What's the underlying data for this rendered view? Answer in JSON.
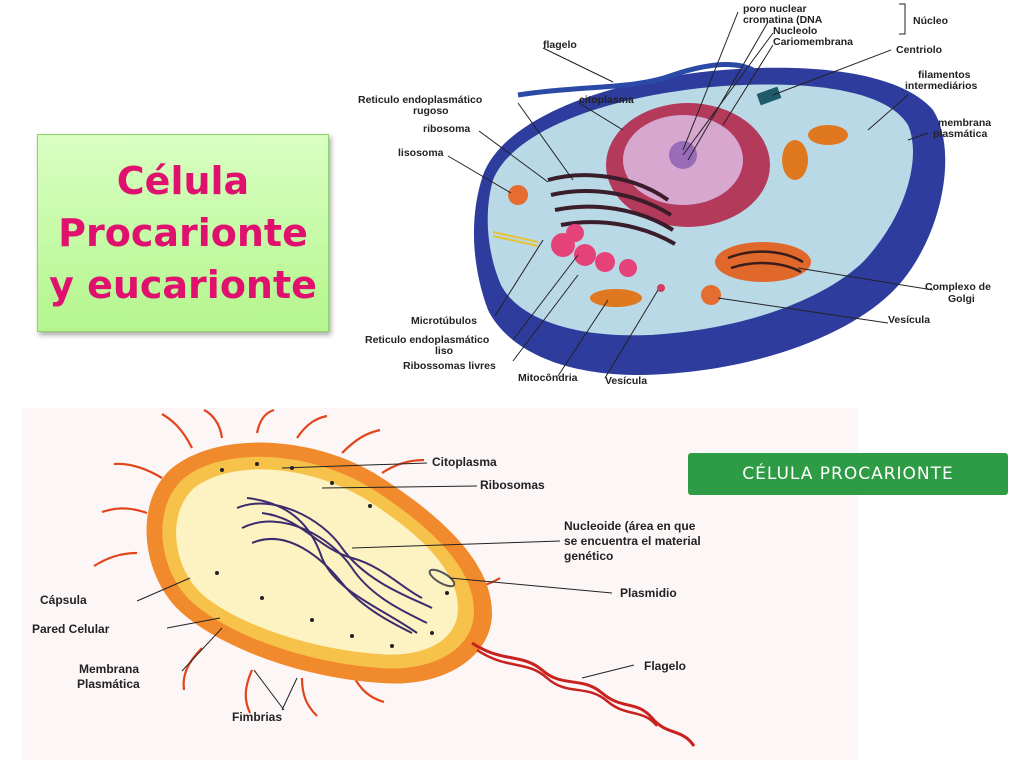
{
  "title": {
    "line1": "Célula",
    "line2": "Procarionte",
    "line3": "y eucarionte"
  },
  "eukaryote_labels": {
    "poro_nuclear": "poro nuclear",
    "cromatina": "cromatina (DNA",
    "nucleolo": "Nucleolo",
    "cariomembrana": "Cariomembrana",
    "nucleo": "Núcleo",
    "centriolo": "Centriolo",
    "flagelo": "flagelo",
    "reticulo_rugoso_1": "Reticulo endoplasmático",
    "reticulo_rugoso_2": "rugoso",
    "citoplasma": "citoplasma",
    "ribosoma": "ribosoma",
    "lisosoma": "lisosoma",
    "filamentos_1": "filamentos",
    "filamentos_2": "intermediários",
    "membrana_1": "membrana",
    "membrana_2": "plasmática",
    "complexo_1": "Complexo de",
    "complexo_2": "Golgi",
    "vesicula_right": "Vesícula",
    "microtubulos": "Microtúbulos",
    "reticulo_liso_1": "Reticulo endoplasmático",
    "reticulo_liso_2": "liso",
    "ribossomas_livres": "Ribossomas livres",
    "mitocondria": "Mitocôndria",
    "vesicula_bottom": "Vesícula"
  },
  "prokaryote_labels": {
    "citoplasma": "Citoplasma",
    "ribosomas": "Ribosomas",
    "nucleoide_1": "Nucleoide (área en que",
    "nucleoide_2": "se encuentra el material",
    "nucleoide_3": "genético",
    "plasmidio": "Plasmidio",
    "capsula": "Cápsula",
    "pared": "Pared Celular",
    "membrana_1": "Membrana",
    "membrana_2": "Plasmática",
    "flagelo": "Flagelo",
    "fimbrias": "Fimbrias"
  },
  "badge": "CÉLULA PROCARIONTE",
  "colors": {
    "title": "#e0116e",
    "title_box": "#c6f7a6",
    "badge": "#2e9b45"
  }
}
